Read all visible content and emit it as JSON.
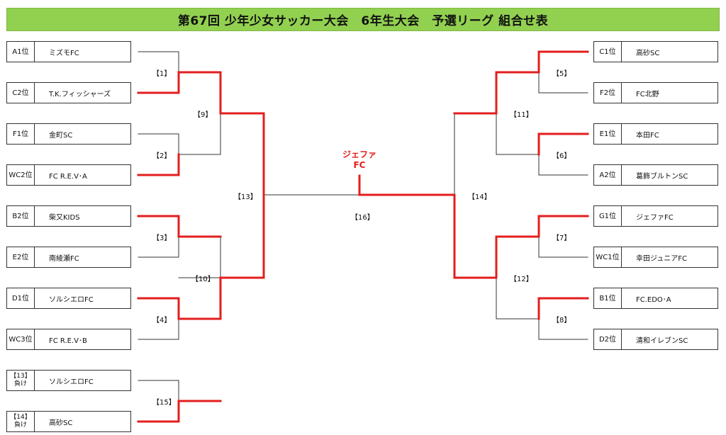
{
  "title": "第67回 少年少女サッカー大会　6年生大会　予選リーグ 組合せ表",
  "champion": "ジェファFC",
  "colors": {
    "header_bg": "#92d050",
    "winner_line": "#e31e1e",
    "loser_line": "#333333"
  },
  "left_teams": [
    {
      "seed": "A1位",
      "name": "ミズモFC"
    },
    {
      "seed": "C2位",
      "name": "T.K.フィッシャーズ"
    },
    {
      "seed": "F1位",
      "name": "金町SC"
    },
    {
      "seed": "WC2位",
      "name": "FC R.E.V･A"
    },
    {
      "seed": "B2位",
      "name": "柴又KIDS"
    },
    {
      "seed": "E2位",
      "name": "南綾瀬FC"
    },
    {
      "seed": "D1位",
      "name": "ソルシエロFC"
    },
    {
      "seed": "WC3位",
      "name": "FC R.E.V･B"
    }
  ],
  "right_teams": [
    {
      "seed": "C1位",
      "name": "高砂SC"
    },
    {
      "seed": "F2位",
      "name": "FC北野"
    },
    {
      "seed": "E1位",
      "name": "本田FC"
    },
    {
      "seed": "A2位",
      "name": "葛飾ブルトンSC"
    },
    {
      "seed": "G1位",
      "name": "ジェファFC"
    },
    {
      "seed": "WC1位",
      "name": "幸田ジュニアFC"
    },
    {
      "seed": "B1位",
      "name": "FC.EDO･A"
    },
    {
      "seed": "D2位",
      "name": "清和イレブンSC"
    }
  ],
  "third_place": [
    {
      "seed_top": "【13】",
      "seed_bottom": "負け",
      "name": "ソルシエロFC"
    },
    {
      "seed_top": "【14】",
      "seed_bottom": "負け",
      "name": "高砂SC"
    }
  ],
  "match_labels": {
    "m1": "【1】",
    "m2": "【2】",
    "m3": "【3】",
    "m4": "【4】",
    "m5": "【5】",
    "m6": "【6】",
    "m7": "【7】",
    "m8": "【8】",
    "m9": "【9】",
    "m10": "【10】",
    "m11": "【11】",
    "m12": "【12】",
    "m13": "【13】",
    "m14": "【14】",
    "m15": "【15】",
    "m16": "【16】"
  }
}
